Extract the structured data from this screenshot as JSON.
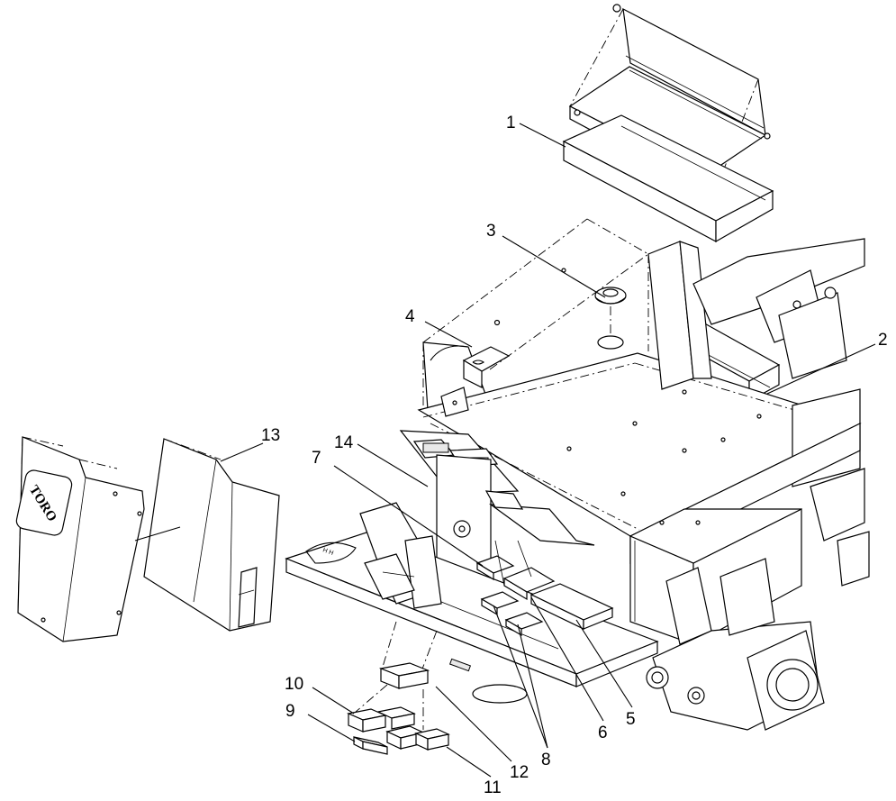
{
  "diagram": {
    "callouts": [
      "1",
      "2",
      "3",
      "4",
      "5",
      "6",
      "7",
      "8",
      "9",
      "10",
      "11",
      "12",
      "13",
      "14"
    ],
    "logo_text": "TORO"
  }
}
